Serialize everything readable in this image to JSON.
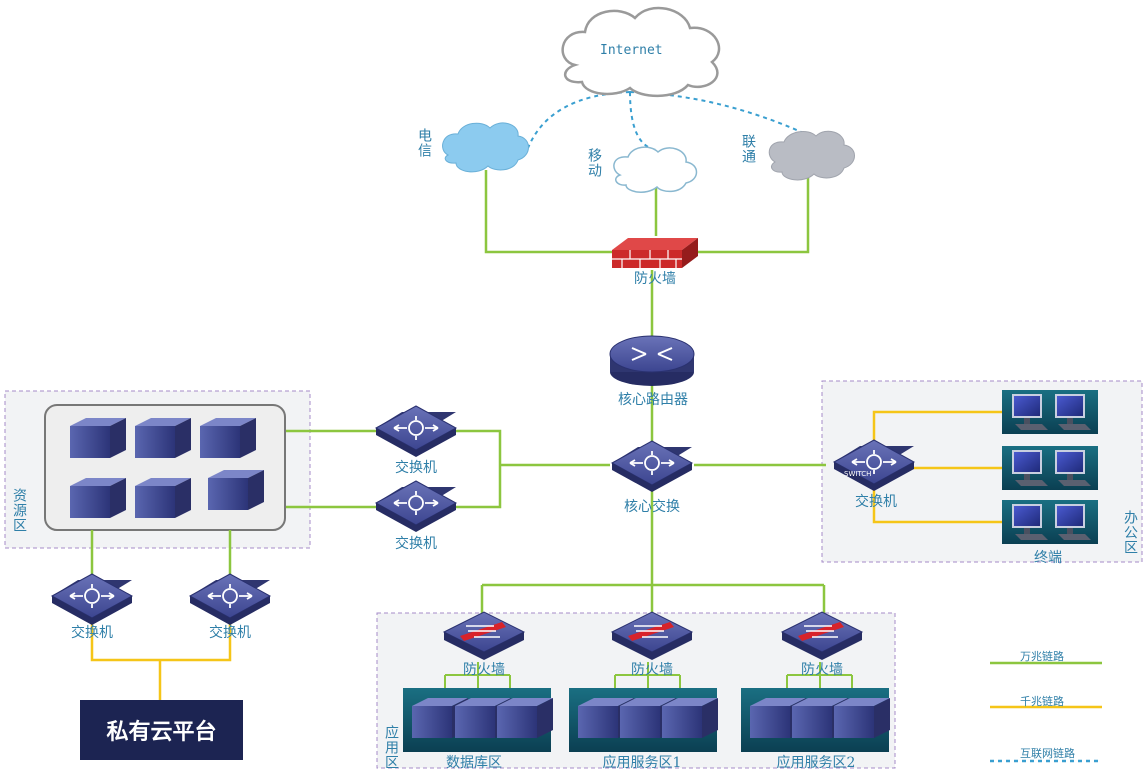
{
  "internet": "Internet",
  "isps": {
    "telecom": "电信",
    "mobile": "移动",
    "unicom": "联通"
  },
  "firewall_main": "防火墙",
  "core_router": "核心路由器",
  "core_switch": "核心交换",
  "switch_label": "交换机",
  "switch_brand": "SWITCH",
  "zones": {
    "resource": "资源区",
    "office": "办公区",
    "app": "应用区"
  },
  "terminal": "终端",
  "private_cloud": "私有云平台",
  "app_firewall": "防火墙",
  "app_zones": [
    "数据库区",
    "应用服务区1",
    "应用服务区2"
  ],
  "legend": [
    {
      "label": "万兆链路",
      "color": "#8cc63f",
      "style": "solid"
    },
    {
      "label": "千兆链路",
      "color": "#f5c518",
      "style": "solid"
    },
    {
      "label": "互联网链路",
      "color": "#3a9fd0",
      "style": "dashed"
    }
  ]
}
